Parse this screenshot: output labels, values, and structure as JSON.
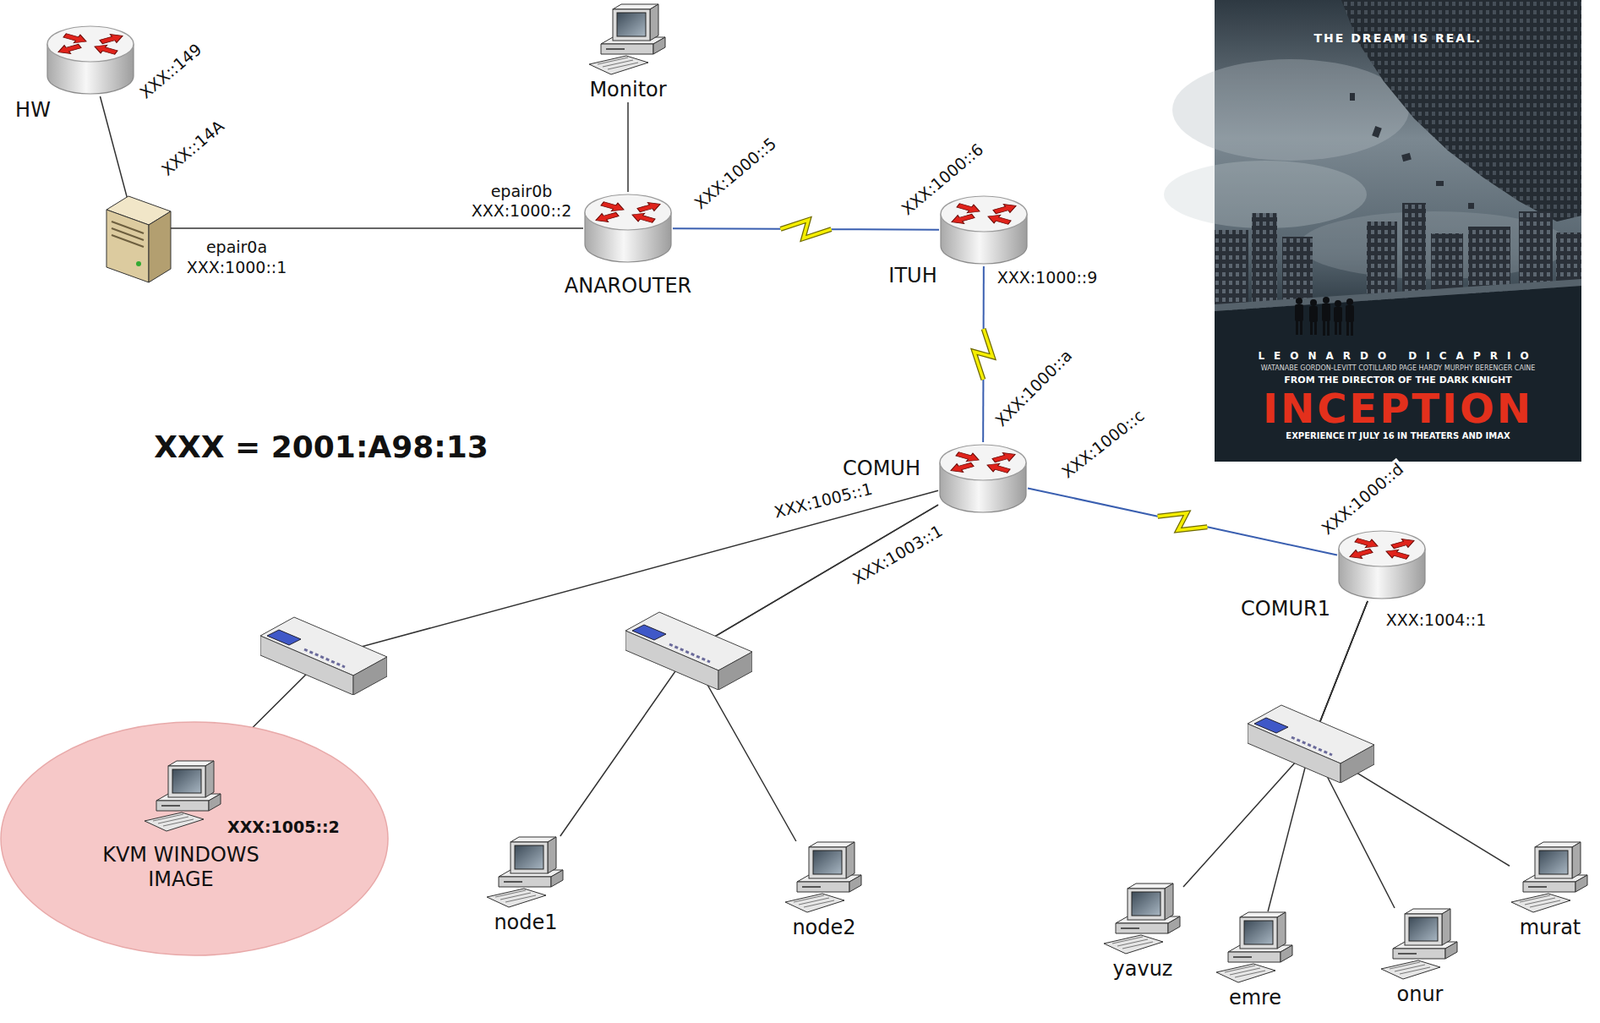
{
  "diagram": {
    "nodes": [
      {
        "text": [
          "HW"
        ]
      },
      {
        "text": [
          "Monitor"
        ]
      },
      {
        "text": [
          "ANAROUTER"
        ]
      },
      {
        "text": [
          "ITUH"
        ]
      },
      {
        "text": [
          "COMUH"
        ]
      },
      {
        "text": [
          "COMUR1"
        ]
      },
      {
        "text": [
          "KVM WINDOWS IMAGE"
        ]
      },
      {
        "text": [
          "XXX:1005::2"
        ],
        "in": 6
      },
      {
        "text": [
          "node1"
        ]
      },
      {
        "text": [
          "node2"
        ]
      },
      {
        "text": [
          "yavuz"
        ]
      },
      {
        "text": [
          "emre"
        ]
      },
      {
        "text": [
          "onur"
        ]
      },
      {
        "text": [
          "murat"
        ]
      }
    ],
    "edges": [
      {
        "from": 0,
        "to": 2,
        "arrow": "none"
      },
      {
        "from": 1,
        "to": 2,
        "arrow": "none"
      },
      {
        "from": 2,
        "to": 3,
        "arrow": "none"
      },
      {
        "from": 3,
        "to": 4,
        "arrow": "none"
      },
      {
        "from": 4,
        "to": 5,
        "arrow": "none"
      },
      {
        "from": 4,
        "to": 7,
        "arrow": "none"
      },
      {
        "from": 4,
        "to": 8,
        "arrow": "none"
      },
      {
        "from": 4,
        "to": 9,
        "arrow": "none"
      },
      {
        "from": 5,
        "to": 10,
        "arrow": "none"
      },
      {
        "from": 5,
        "to": 11,
        "arrow": "none"
      },
      {
        "from": 5,
        "to": 12,
        "arrow": "none"
      },
      {
        "from": 5,
        "to": 13,
        "arrow": "none"
      }
    ],
    "labels": [
      "XXX::149",
      "XXX::14A",
      "epair0a",
      "XXX:1000::1",
      "epair0b",
      "XXX:1000::2",
      "XXX:1000::5",
      "XXX:1000::6",
      "XXX:1000::9",
      "XXX = 2001:A98:13",
      "XXX:1000::a",
      "XXX:1000::c",
      "XXX:1005::1",
      "XXX:1003::1",
      "XXX:1000::d",
      "XXX:1004::1",
      "THE DREAM IS REAL.",
      "LEONARDO DICAPRIO",
      "WATANABE GORDON-LEVITT COTILLARD PAGE HARDY MURPHY BERENGER CAINE",
      "FROM THE DIRECTOR OF THE DARK KNIGHT",
      "INCEPTION",
      "EXPERIENCE IT JULY 16 IN THEATERS AND IMAX"
    ]
  }
}
